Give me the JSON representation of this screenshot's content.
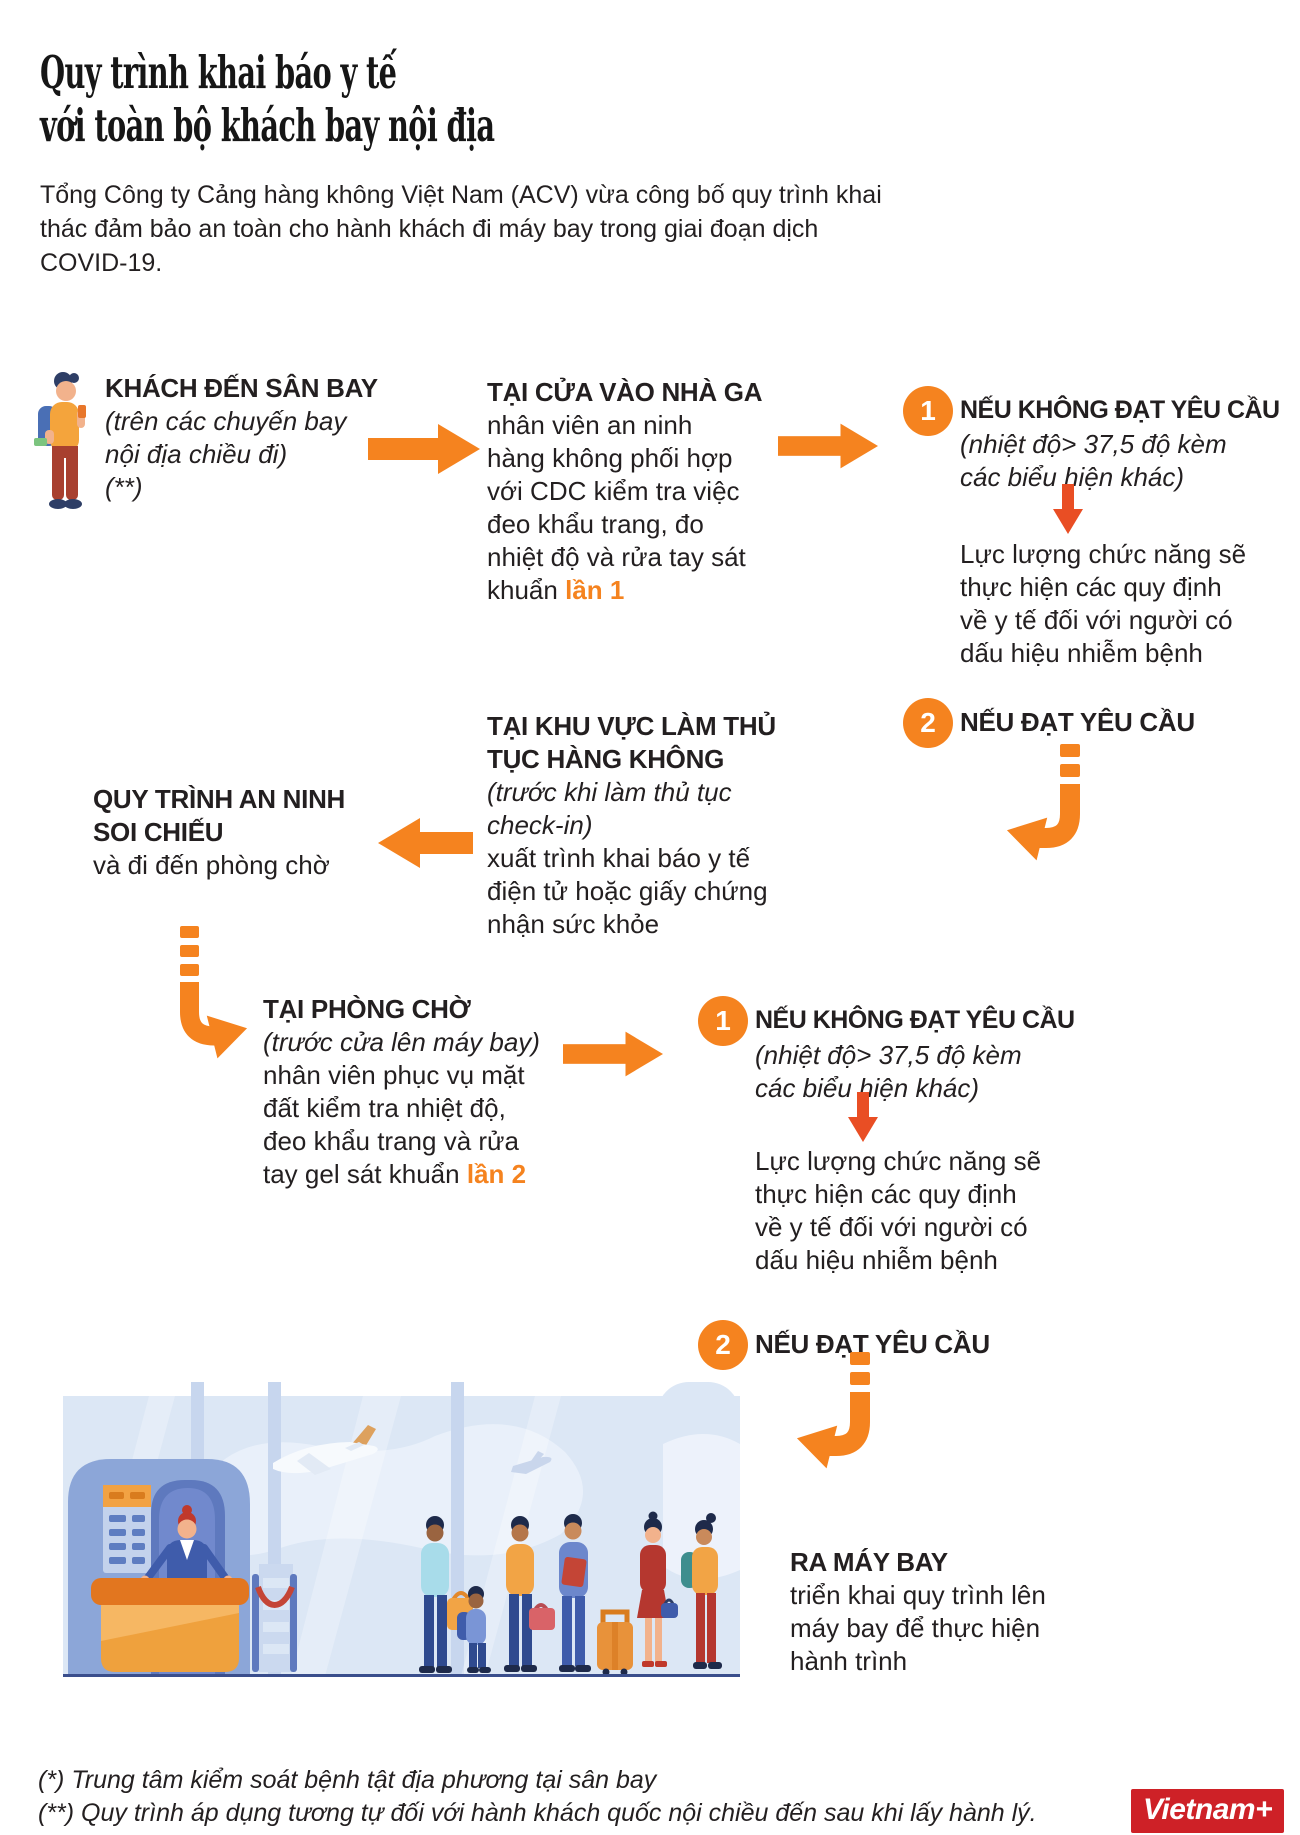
{
  "header": {
    "title": "Quy trình khai báo y tế\nvới toàn bộ khách bay nội địa",
    "subtitle": "Tổng Công ty Cảng hàng không Việt Nam (ACV) vừa công bố quy trình khai\nthác đảm bảo an toàn cho hành khách đi máy bay trong giai đoạn dịch\nCOVID-19."
  },
  "flow": {
    "arrival": {
      "title": "KHÁCH ĐẾN SÂN BAY",
      "note": "(trên các chuyến bay\nnội địa chiều đi)\n(**)"
    },
    "gate_check": {
      "title": "TẠI CỬA VÀO NHÀ GA",
      "body": "nhân viên an ninh\nhàng không phối hợp\nvới CDC kiểm tra việc\nđeo khẩu trang, đo\nnhiệt độ và rửa tay sát\nkhuẩn ",
      "highlight": "lần 1"
    },
    "gate_fail": {
      "number": "1",
      "title": "NẾU KHÔNG ĐẠT YÊU CẦU",
      "note": "(nhiệt độ> 37,5 độ kèm\ncác biểu hiện khác)",
      "body": "Lực lượng chức năng sẽ\nthực hiện các quy định\nvề y tế đối với người có\ndấu hiệu nhiễm bệnh"
    },
    "gate_pass": {
      "number": "2",
      "title": "NẾU ĐẠT YÊU CẦU"
    },
    "checkin": {
      "title": "TẠI KHU VỰC LÀM THỦ\nTỤC HÀNG KHÔNG",
      "note": "(trước khi làm thủ tục\ncheck-in)",
      "body": "xuất trình khai báo y tế\nđiện tử hoặc giấy chứng\nnhận sức khỏe"
    },
    "security": {
      "title": "QUY TRÌNH AN NINH\nSOI CHIẾU",
      "body": "và đi đến phòng chờ"
    },
    "waiting_room": {
      "title": "TẠI PHÒNG CHỜ",
      "note": "(trước cửa lên máy bay)",
      "body": "nhân viên phục vụ mặt\nđất kiểm tra nhiệt độ,\nđeo khẩu trang và rửa\ntay gel sát khuẩn ",
      "highlight": "lần 2"
    },
    "boarding_fail": {
      "number": "1",
      "title": "NẾU KHÔNG ĐẠT YÊU CẦU",
      "note": "(nhiệt độ> 37,5 độ kèm\ncác biểu hiện khác)",
      "body": "Lực lượng chức năng sẽ\nthực hiện các quy định\nvề y tế đối với người có\ndấu hiệu nhiễm bệnh"
    },
    "boarding_pass": {
      "number": "2",
      "title": "NẾU ĐẠT YÊU CẦU"
    },
    "boarding": {
      "title": "RA MÁY BAY",
      "body": "triển khai quy trình lên\nmáy bay để thực hiện\nhành trình"
    }
  },
  "footnotes": {
    "line1": "(*) Trung tâm kiểm soát bệnh tật địa phương tại sân bay",
    "line2": "(**) Quy trình áp dụng tương tự đối với hành khách quốc nội chiều đến sau khi lấy hành lý."
  },
  "logo": {
    "text": "Vietnam+"
  },
  "colors": {
    "orange": "#F5831F",
    "red_arrow": "#E94E24",
    "text": "#231F20",
    "logo_red": "#CE2127",
    "illustration_bg": "#DCE7F5"
  },
  "icons": {
    "passenger-icon": "female traveler with backpack",
    "flow-arrow-right-icon": "solid orange right arrow",
    "flow-arrow-left-icon": "solid orange left arrow",
    "fail-down-arrow-icon": "red down arrow",
    "curved-arrow-left-icon": "orange dashed J arrow hooking left",
    "curved-arrow-right-icon": "orange dashed J arrow hooking right",
    "airport-scene-illustration": "check-in counter, rope barrier, passenger queue, airplane in window"
  }
}
